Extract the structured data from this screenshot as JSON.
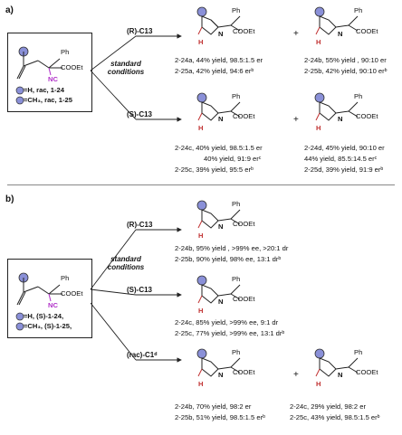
{
  "sections": [
    {
      "label": "a)",
      "box": {
        "group1": "Ph",
        "group2": "COOEt",
        "group3": "NC",
        "r1": "=H, rac, 1-24",
        "r2": "=CH₃, rac, 1-25"
      },
      "conditions": "standard\nconditions",
      "branch_top": "(R)-C13",
      "branch_bottom": "(S)-C13",
      "results": [
        [
          "2-24a, 44% yield, 98.5:1.5 er",
          "2-25a, 42% yield, 94:6 erᵇ"
        ],
        [
          "2-24b, 55% yield , 90:10 er",
          "2-25b, 42% yield, 90:10 erᵇ"
        ],
        [
          "2-24c, 40% yield, 98.5:1.5 er",
          "40% yield, 91:9 erᶜ",
          "2-25c, 39% yield, 95:5 erᵇ"
        ],
        [
          "2-24d, 45% yield, 90:10 er",
          "44% yield, 85.5:14.5 erᶜ",
          "2-25d, 39% yield, 91:9 erᵇ"
        ]
      ]
    },
    {
      "label": "b)",
      "box": {
        "group1": "Ph",
        "group2": "COOEt",
        "group3": "NC",
        "r1": "=H, (S)-1-24,",
        "r2": "=CH₃, (S)-1-25,"
      },
      "conditions": "standard\nconditions",
      "branch_top": "(R)-C13",
      "branch_middle": "(S)-C13",
      "branch_bottom": "(rac)-C1ᵈ",
      "results": [
        [
          "2-24b, 95% yield , >99% ee, >20:1 dr",
          "2-25b, 90% yield, 98% ee, 13:1 drᵇ"
        ],
        [
          "2-24c, 85% yield, >99% ee, 9:1 dr",
          "2-25c, 77% yield, >99% ee, 13:1 drᵇ"
        ],
        [
          "2-24b, 70% yield, 98:2 er",
          "2-25b, 51% yield, 98.5:1.5 erᵇ"
        ],
        [
          "2-24c, 29% yield, 98:2 er",
          "2-25c, 43% yield, 98.5:1.5 erᵇ"
        ]
      ]
    }
  ],
  "mol": {
    "ph": "Ph",
    "cooet": "COOEt",
    "n": "N",
    "h": "H",
    "plus": "+"
  }
}
